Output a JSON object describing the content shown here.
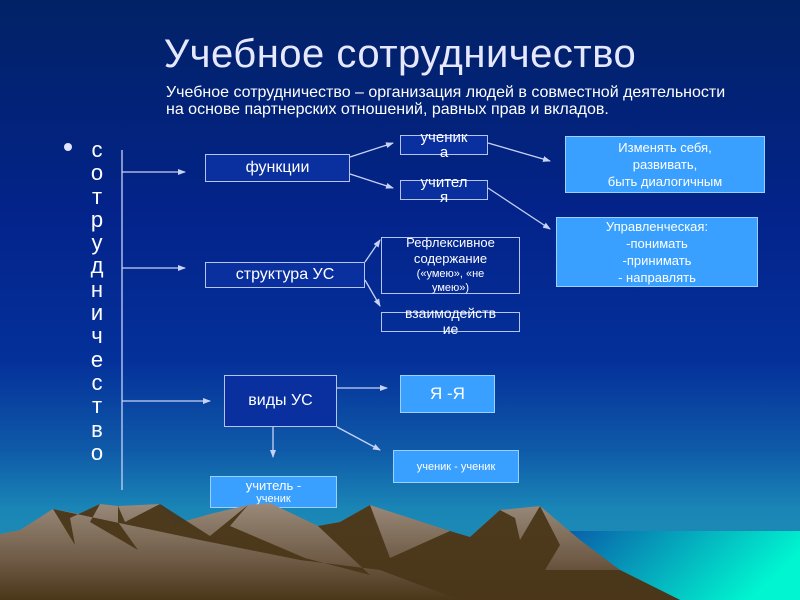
{
  "title": "Учебное сотрудничество",
  "definition": "Учебное сотрудничество – организация людей в совместной деятельности на основе партнерских отношений, равных прав и вкладов.",
  "vertical_word": [
    "с",
    "о",
    "т",
    "р",
    "у",
    "д",
    "н",
    "и",
    "ч",
    "е",
    "с",
    "т",
    "в",
    "о"
  ],
  "nodes": {
    "functions": "функции",
    "structure": "структура УС",
    "types": "виды УС",
    "student": [
      "ученик",
      "а"
    ],
    "teacher": [
      "учител",
      "я"
    ],
    "student_function": [
      "Изменять себя,",
      "развивать,",
      "быть диалогичным"
    ],
    "teacher_function": [
      "Управленческая:",
      "-понимать",
      "-принимать",
      "- направлять"
    ],
    "reflexive": [
      "Рефлексивное",
      "содержание",
      "(«умею», «не",
      "умею»)"
    ],
    "interaction": [
      "взаимодейств",
      "ие"
    ],
    "self_self": "Я -Я",
    "student_student": "ученик - ученик",
    "teacher_student": [
      "учитель -",
      "ученик"
    ]
  },
  "colors": {
    "dark_box": "#0a30a0",
    "light_box": "#3aa0ff",
    "line": "#c8d2f5"
  }
}
